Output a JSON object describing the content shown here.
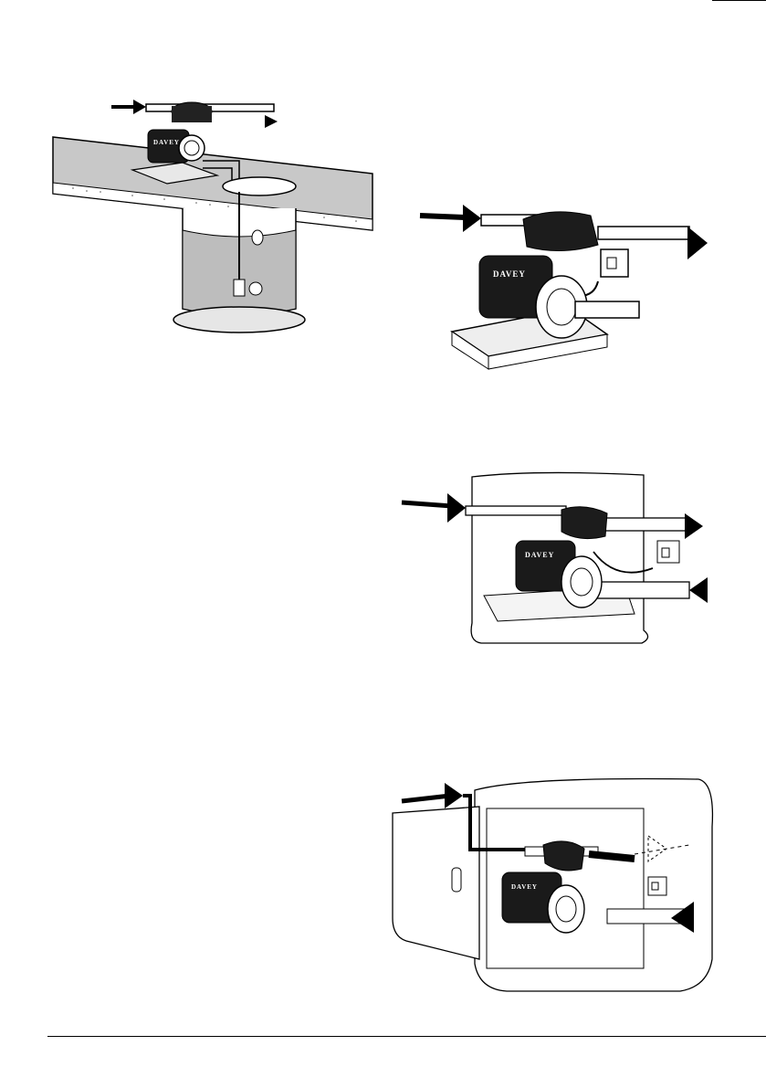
{
  "page": {
    "brand_text": "DAVEY",
    "figures": [
      {
        "id": "tank-installation",
        "brand": "DAVEY"
      },
      {
        "id": "pump-on-base",
        "brand": "DAVEY"
      },
      {
        "id": "pump-in-enclosure",
        "brand": "DAVEY"
      },
      {
        "id": "pump-in-cabinet-door-open",
        "brand": "DAVEY"
      }
    ]
  }
}
